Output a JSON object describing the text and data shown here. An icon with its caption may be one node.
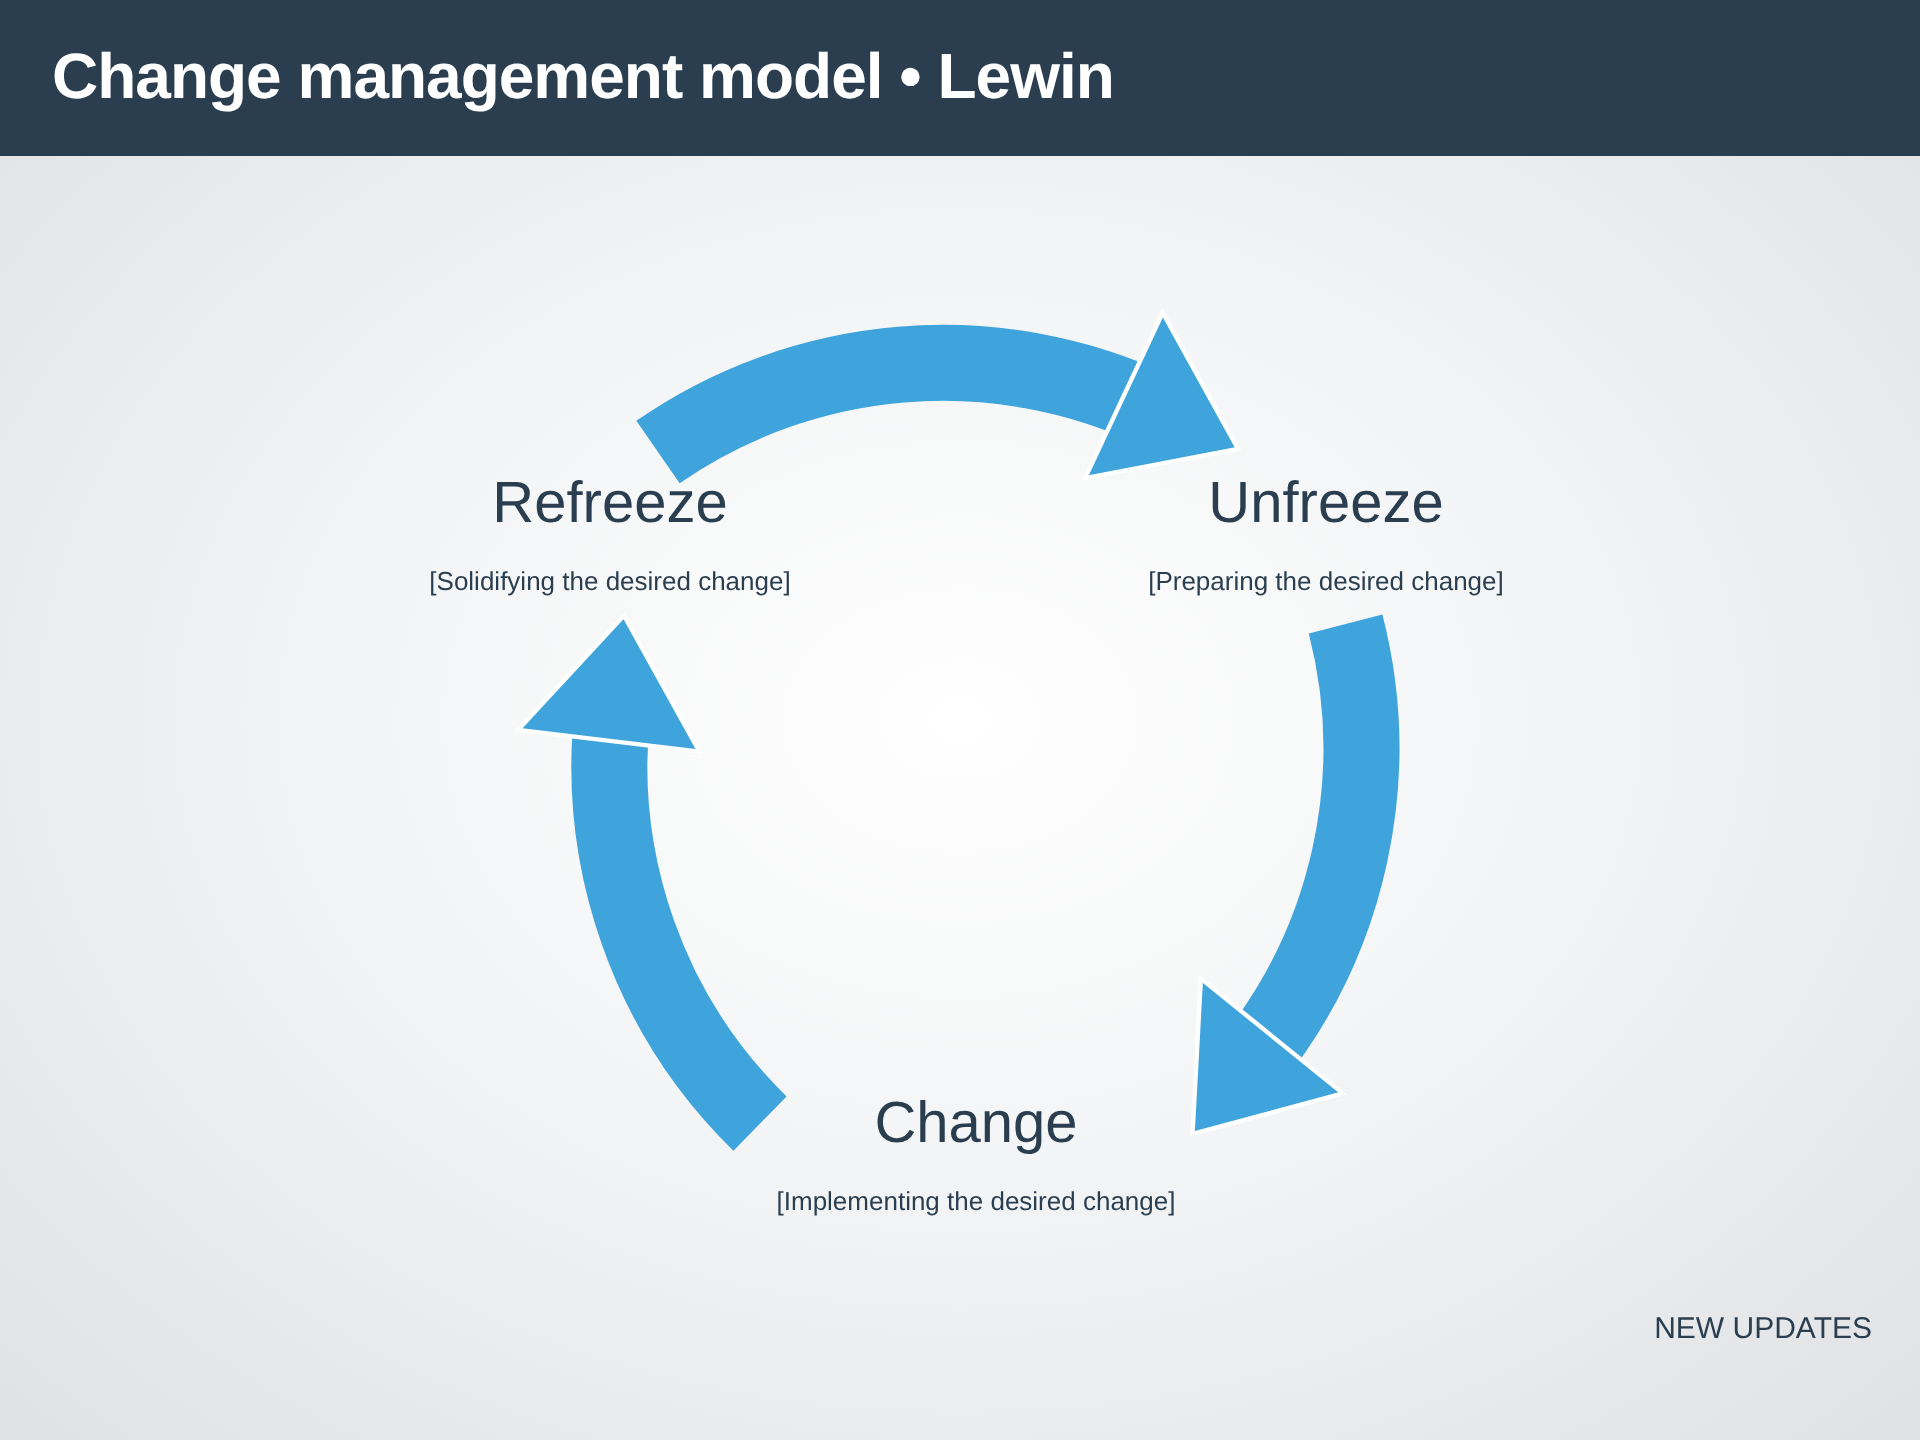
{
  "diagram": {
    "title": "Change management model • Lewin",
    "nodes": [
      {
        "text": [
          "Refreeze",
          "[Solidifying the desired change]"
        ]
      },
      {
        "text": [
          "Unfreeze",
          "[Preparing the desired change]"
        ]
      },
      {
        "text": [
          "Change",
          "[Implementing the desired change]"
        ]
      }
    ],
    "edges": [
      {
        "from": 0,
        "to": 1,
        "arrow": "to"
      },
      {
        "from": 1,
        "to": 2,
        "arrow": "to"
      },
      {
        "from": 2,
        "to": 0,
        "arrow": "to"
      }
    ],
    "labels": [
      "NEW UPDATES"
    ]
  }
}
